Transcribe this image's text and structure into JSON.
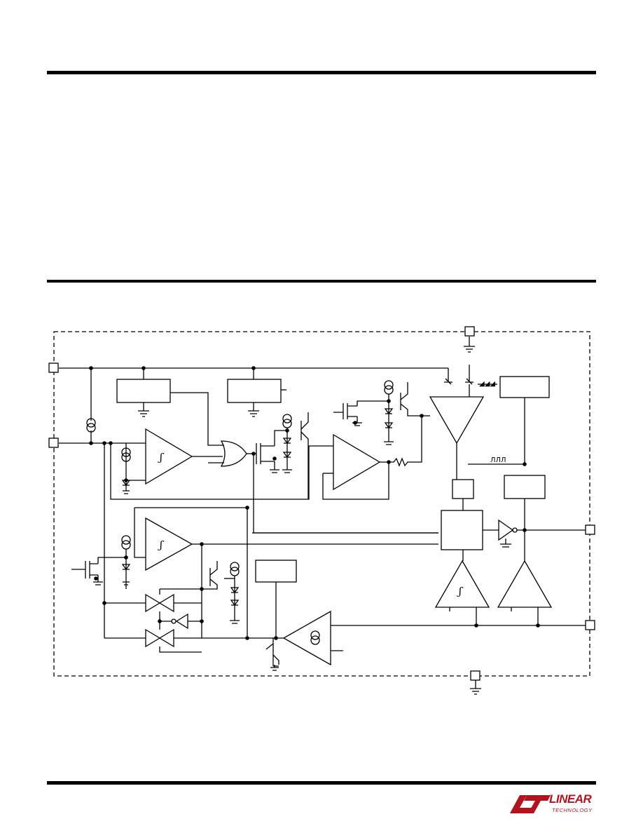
{
  "page": {
    "header_rule": "top",
    "section_rule": "middle",
    "footer_rule": "bottom"
  },
  "logo": {
    "line1": "LINEAR",
    "line2": "TECHNOLOGY",
    "color": "#b0151f",
    "icon": "lt-logo-icon"
  },
  "diagram": {
    "schmitt_symbol": "ʃ",
    "pulse_symbol": "ЛЛЛ",
    "ramp_symbol": "◢◢◢",
    "current_source_symbol": "⊕"
  }
}
